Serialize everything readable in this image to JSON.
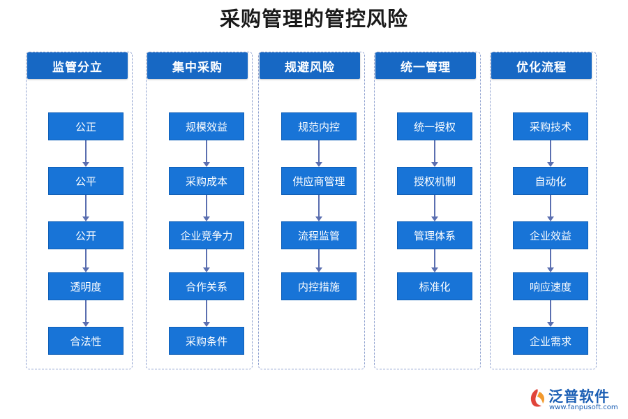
{
  "title": "采购管理的管控风险",
  "columns": [
    {
      "header": "监管分立",
      "items": [
        "公正",
        "公平",
        "公开",
        "透明度",
        "合法性"
      ]
    },
    {
      "header": "集中采购",
      "items": [
        "规模效益",
        "采购成本",
        "企业竞争力",
        "合作关系",
        "采购条件"
      ]
    },
    {
      "header": "规避风险",
      "items": [
        "规范内控",
        "供应商管理",
        "流程监管",
        "内控措施"
      ]
    },
    {
      "header": "统一管理",
      "items": [
        "统一授权",
        "授权机制",
        "管理体系",
        "标准化"
      ]
    },
    {
      "header": "优化流程",
      "items": [
        "采购技术",
        "自动化",
        "企业效益",
        "响应速度",
        "企业需求"
      ]
    }
  ],
  "logo": {
    "name": "泛普软件",
    "url": "www.fanpusoft.com"
  },
  "colors": {
    "header": "#1768c4",
    "node": "#1874d7",
    "border": "#8fa1cf",
    "connector": "#5b6fb0"
  }
}
